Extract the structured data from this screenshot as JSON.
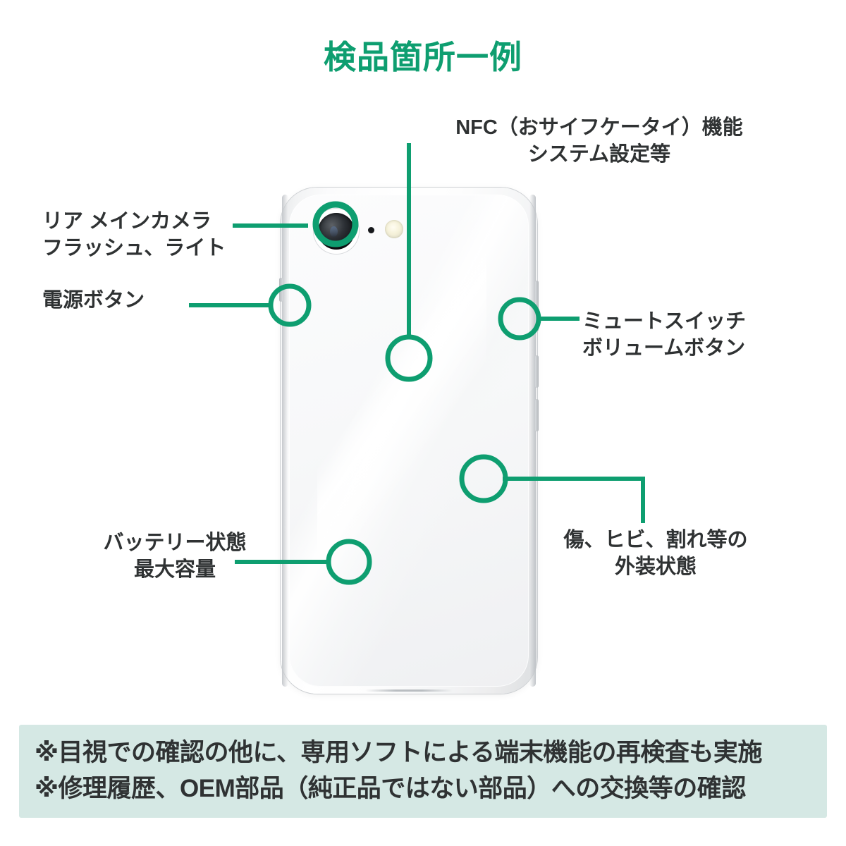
{
  "title": "検品箇所一例",
  "accent_color": "#0e9e70",
  "text_color": "#2f3233",
  "footer_bg_color": "#d5e8e4",
  "callouts": [
    {
      "id": "nfc",
      "line1": "NFC（おサイフケータイ）機能",
      "line2": "システム設定等",
      "text": "NFC（おサイフケータイ）機能\nシステム設定等"
    },
    {
      "id": "camera",
      "line1": "リア メインカメラ",
      "line2": "フラッシュ、ライト",
      "text": "リア メインカメラ\nフラッシュ、ライト"
    },
    {
      "id": "power",
      "line1": "電源ボタン",
      "line2": "",
      "text": "電源ボタン"
    },
    {
      "id": "mute",
      "line1": "ミュートスイッチ",
      "line2": "ボリュームボタン",
      "text": "ミュートスイッチ\nボリュームボタン"
    },
    {
      "id": "exterior",
      "line1": "傷、ヒビ、割れ等の",
      "line2": "外装状態",
      "text": "傷、ヒビ、割れ等の\n外装状態"
    },
    {
      "id": "battery",
      "line1": "バッテリー状態",
      "line2": "最大容量",
      "text": "バッテリー状態\n最大容量"
    }
  ],
  "footer": {
    "line1": "※目視での確認の他に、専用ソフトによる端末機能の再検査も実施",
    "line2": "※修理履歴、OEM部品（純正品ではない部品）への交換等の確認"
  },
  "device": {
    "type": "smartphone-back",
    "color": "white",
    "parts": [
      "rear-camera",
      "flash",
      "microphone",
      "power-button",
      "volume-buttons",
      "mute-switch"
    ]
  }
}
